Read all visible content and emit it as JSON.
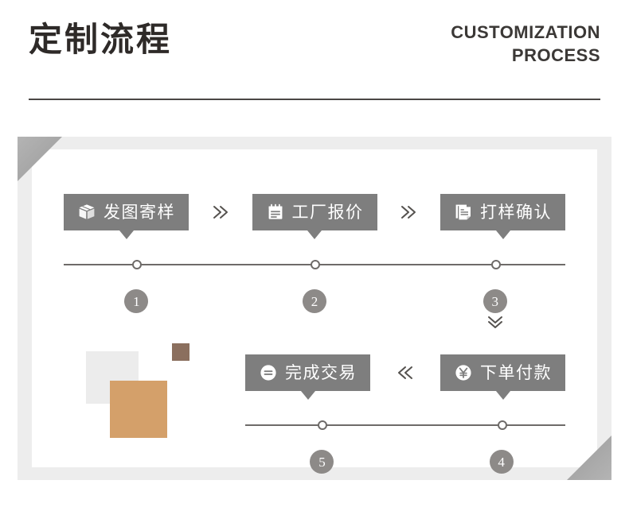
{
  "header": {
    "title_cn": "定制流程",
    "title_en_line1": "CUSTOMIZATION",
    "title_en_line2": "PROCESS"
  },
  "flow": {
    "row1": {
      "steps": [
        {
          "number": "1",
          "label": "发图寄样",
          "icon": "box-icon"
        },
        {
          "number": "2",
          "label": "工厂报价",
          "icon": "notepad-icon"
        },
        {
          "number": "3",
          "label": "打样确认",
          "icon": "document-icon"
        }
      ],
      "separators": [
        "≫",
        "≫"
      ]
    },
    "row2": {
      "steps": [
        {
          "number": "5",
          "label": "完成交易",
          "icon": "handshake-circle-icon"
        },
        {
          "number": "4",
          "label": "下单付款",
          "icon": "yen-circle-icon"
        }
      ],
      "separators": [
        "≪"
      ]
    },
    "connector": "chevron-down-double-icon"
  },
  "colors": {
    "badge_gray": "#7e7e7e",
    "number_gray": "#8d8a88",
    "line_gray": "#6e6b69",
    "frame_band": "#ededed",
    "corner_fold": "#a6a6a6",
    "title_dark": "#2e2a28",
    "swatch_gray": "#ececec",
    "swatch_tan": "#d4a06a",
    "swatch_brown": "#8b6f5e"
  }
}
